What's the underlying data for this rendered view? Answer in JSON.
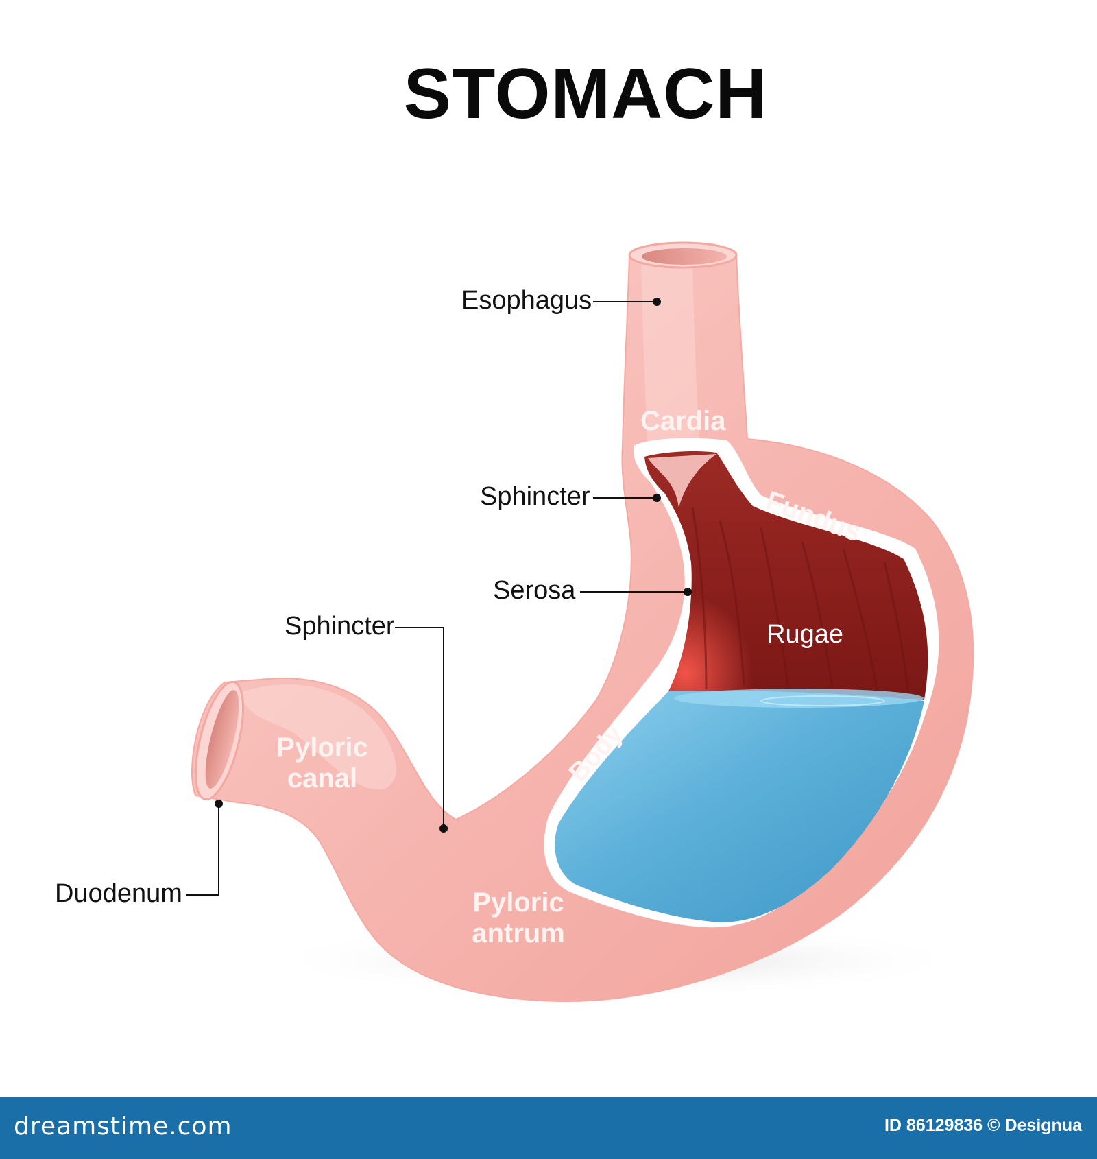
{
  "title": "STOMACH",
  "labels": {
    "esophagus": "Esophagus",
    "sphincter_upper": "Sphincter",
    "serosa": "Serosa",
    "sphincter_lower": "Sphincter",
    "duodenum": "Duodenum"
  },
  "regions": {
    "cardia": "Cardia",
    "fundus": "Fundus",
    "rugae": "Rugae",
    "body": "Body",
    "pyloric_canal_line1": "Pyloric",
    "pyloric_canal_line2": "canal",
    "pyloric_antrum_line1": "Pyloric",
    "pyloric_antrum_line2": "antrum"
  },
  "footer": {
    "site": "dreamstime.com",
    "credit": "ID 86129836 © Designua"
  },
  "colors": {
    "tissue": "#f7b9b4",
    "tissue_light": "#fbd3cf",
    "interior_dark": "#8e1f1c",
    "interior_bright": "#e8433a",
    "fluid": "#5fb0d8",
    "footer": "#1a6fa8"
  }
}
